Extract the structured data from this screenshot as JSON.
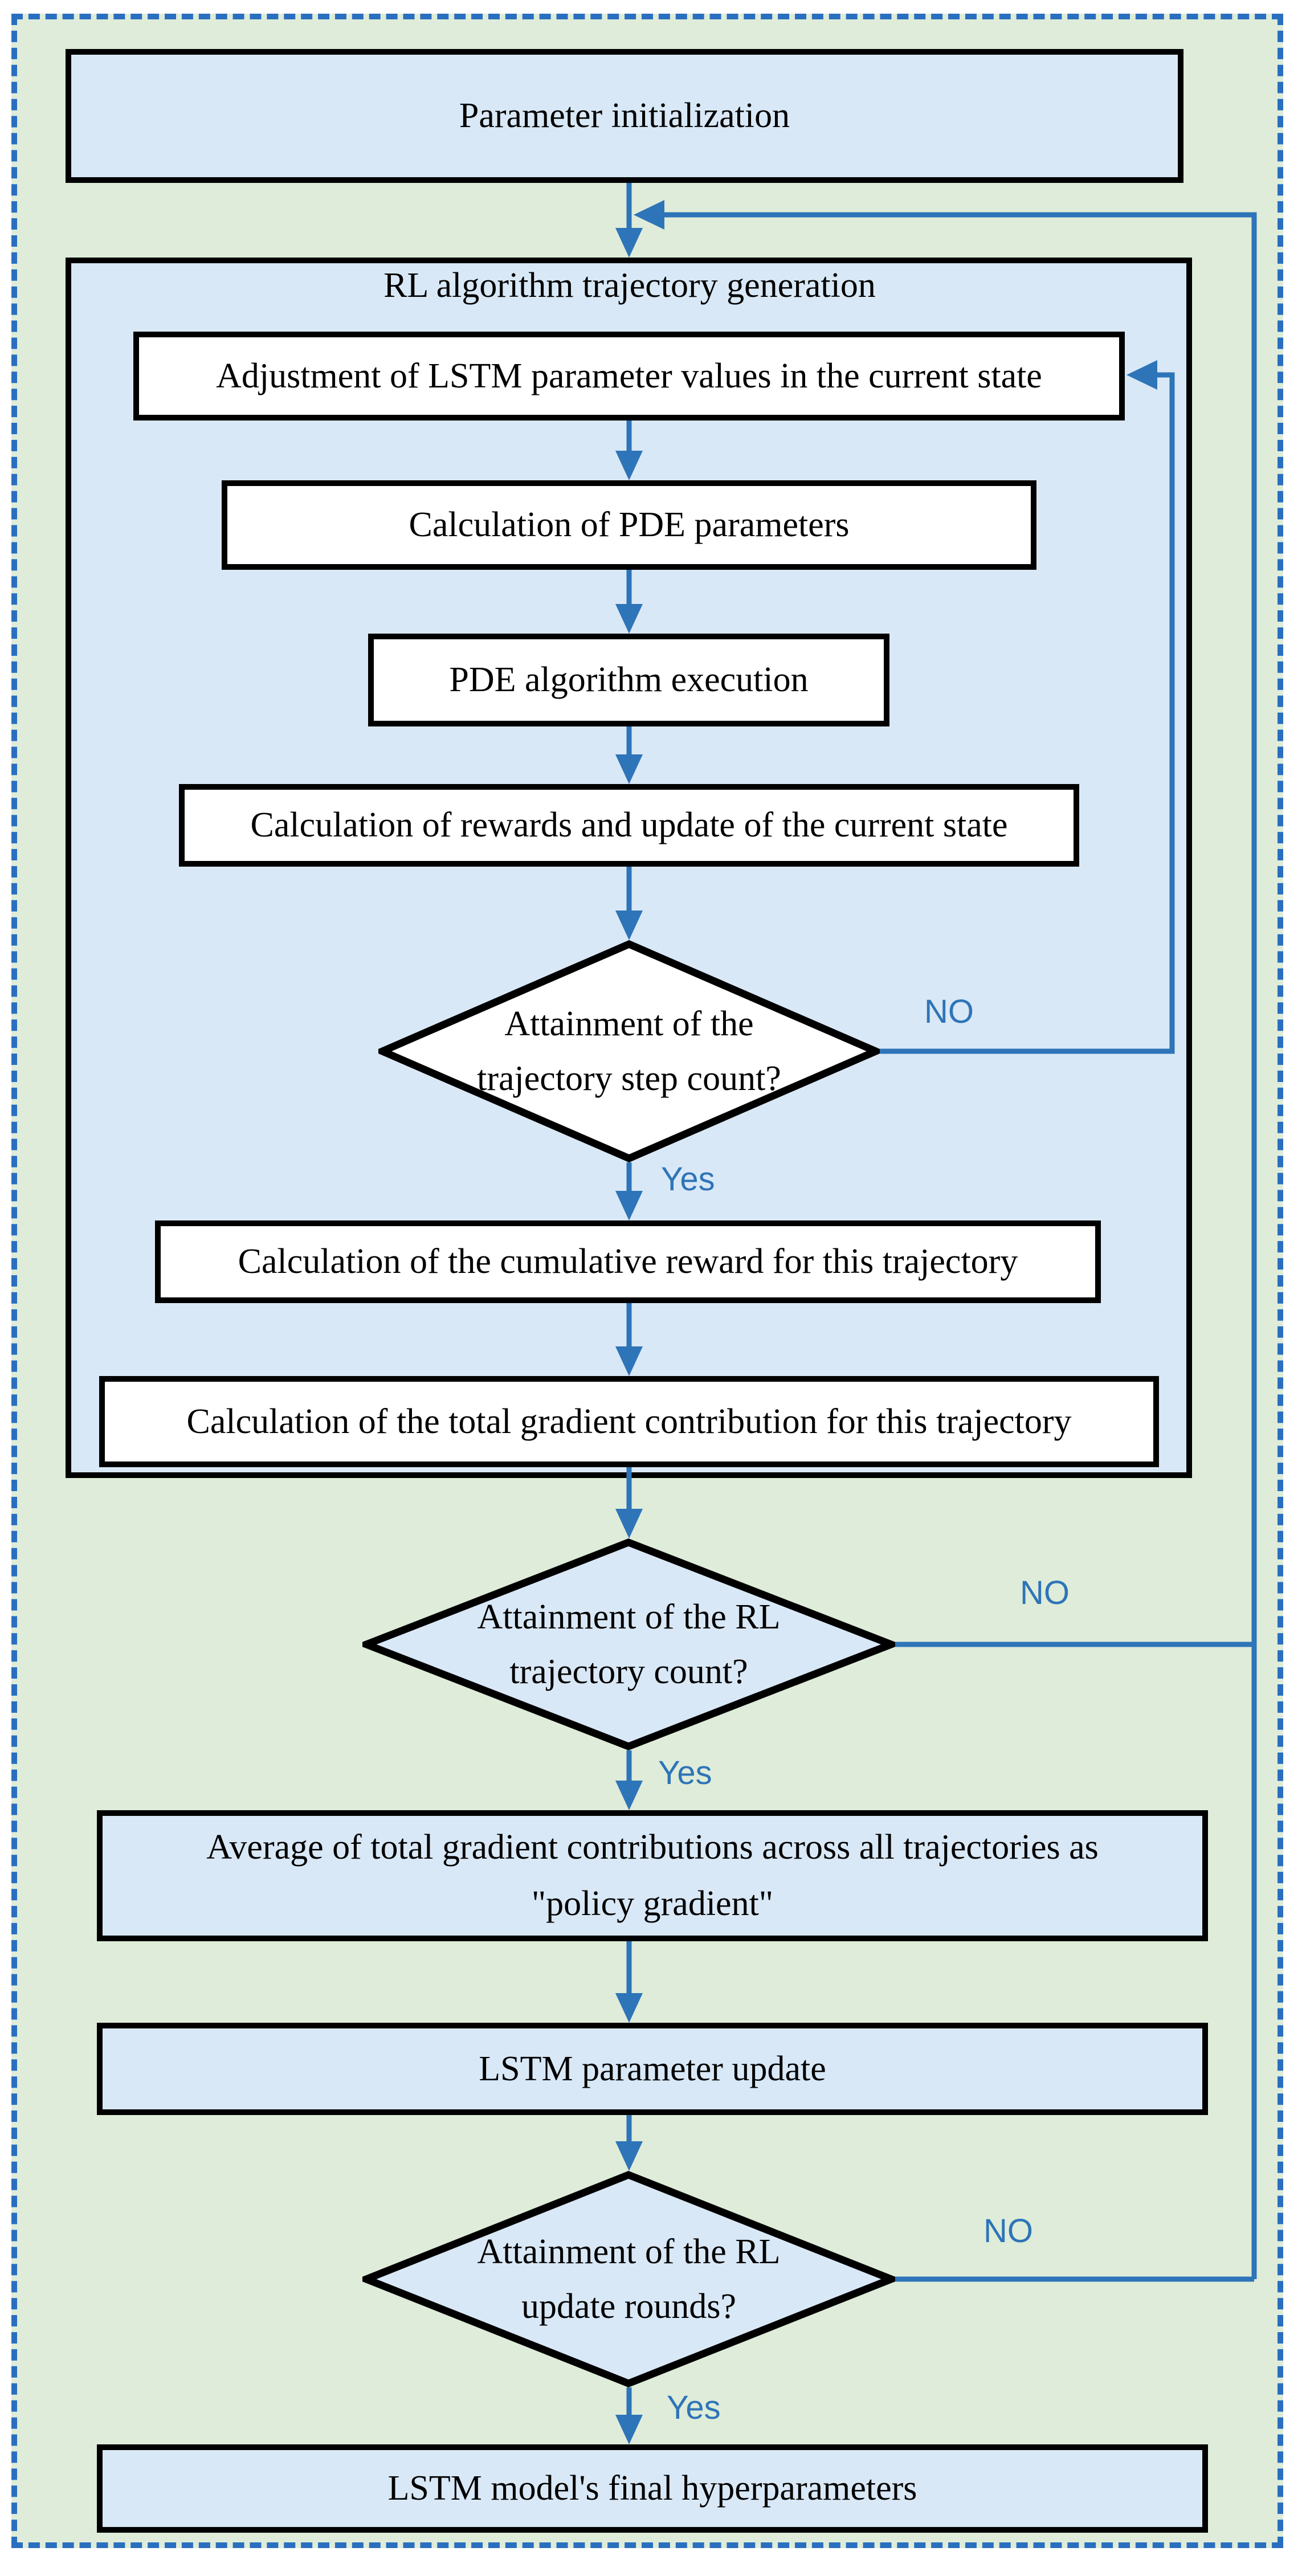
{
  "colors": {
    "outer_background": "#deecd9",
    "panel_blue": "#d9e8f6",
    "node_white": "#ffffff",
    "stroke_black": "#000000",
    "arrow_blue": "#2e74b8",
    "dashed_border_blue": "#2a6fbf"
  },
  "nodes": {
    "param_init": {
      "label": "Parameter initialization"
    },
    "rl_container": {
      "title": "RL algorithm trajectory generation"
    },
    "adjust_lstm": {
      "label": "Adjustment of LSTM parameter values in the current state"
    },
    "calc_pde_params": {
      "label": "Calculation of PDE parameters"
    },
    "pde_execution": {
      "label": "PDE algorithm execution"
    },
    "calc_rewards": {
      "label": "Calculation of rewards and update of the current state"
    },
    "dec_step_count": {
      "line1": "Attainment of the",
      "line2": "trajectory step count?"
    },
    "cumulative_reward": {
      "label": "Calculation of the cumulative reward for this trajectory"
    },
    "total_gradient": {
      "label": "Calculation of the total gradient contribution for this trajectory"
    },
    "dec_trajectory_count": {
      "line1": "Attainment of the RL",
      "line2": "trajectory count?"
    },
    "avg_gradient": {
      "line1": "Average of total gradient contributions across all trajectories as",
      "line2": "\"policy gradient\""
    },
    "lstm_update": {
      "label": "LSTM parameter update"
    },
    "dec_update_rounds": {
      "line1": "Attainment of the RL",
      "line2": "update rounds?"
    },
    "final_output": {
      "label": "LSTM model's final hyperparameters"
    }
  },
  "edge_labels": {
    "no_step": "NO",
    "yes_step": "Yes",
    "no_trajectory": "NO",
    "yes_trajectory": "Yes",
    "no_rounds": "NO",
    "yes_rounds": "Yes"
  }
}
